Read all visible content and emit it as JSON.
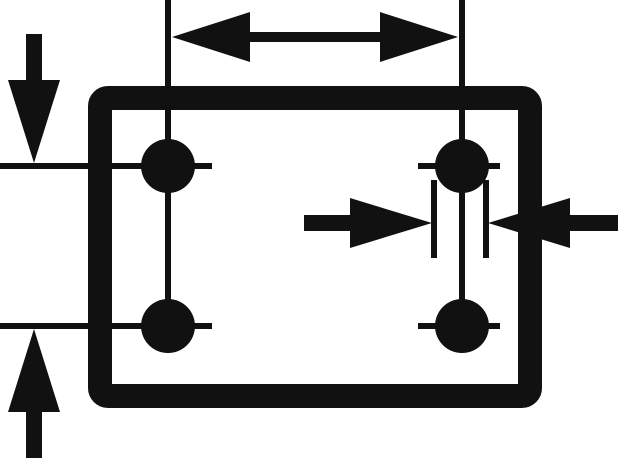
{
  "diagram": {
    "colors": {
      "ink": "#111111",
      "background": "#ffffff"
    },
    "icons": {
      "board": "rectangle-outline",
      "holes": "filled-circle-with-crosshair",
      "dimension-arrows": "double-headed-arrow",
      "clearance-indicator": "opposing-arrows-with-tolerance-bars"
    }
  }
}
